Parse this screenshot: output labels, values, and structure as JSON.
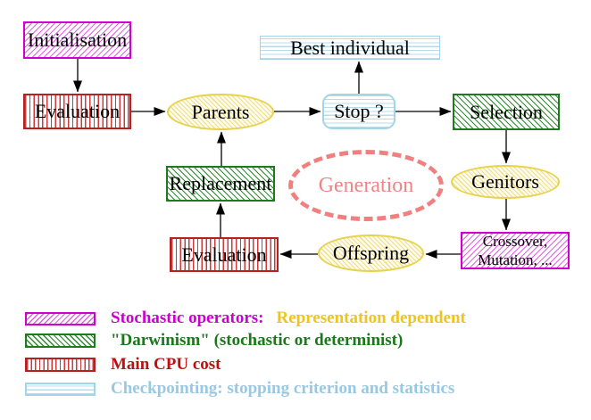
{
  "nodes": {
    "initialisation": {
      "label": "Initialisation"
    },
    "evaluation_top": {
      "label": "Evaluation"
    },
    "parents": {
      "label": "Parents"
    },
    "best_individual": {
      "label": "Best individual"
    },
    "stop": {
      "label": "Stop ?"
    },
    "selection": {
      "label": "Selection"
    },
    "genitors": {
      "label": "Genitors"
    },
    "crossover": {
      "line1": "Crossover,",
      "line2": "Mutation, ..."
    },
    "offspring": {
      "label": "Offspring"
    },
    "evaluation_bottom": {
      "label": "Evaluation"
    },
    "replacement": {
      "label": "Replacement"
    },
    "generation": {
      "label": "Generation"
    }
  },
  "legend": {
    "rows": [
      {
        "label": "Stochastic operators:",
        "label2": "Representation dependent"
      },
      {
        "label": "\"Darwinism\" (stochastic or determinist)",
        "label2": ""
      },
      {
        "label": "Main CPU cost",
        "label2": ""
      },
      {
        "label": "Checkpointing: stopping criterion and statistics",
        "label2": ""
      }
    ]
  },
  "colors": {
    "stochastic_magenta": "#cc00cc",
    "representation_gold": "#eec41e",
    "darwinism_green": "#1a7a1a",
    "cpu_red": "#bb1111",
    "checkpointing_blue": "#98c8e4",
    "generation_coral": "#f08080",
    "yellow_node_border": "#e7d24b",
    "arrow_black": "#000000"
  }
}
